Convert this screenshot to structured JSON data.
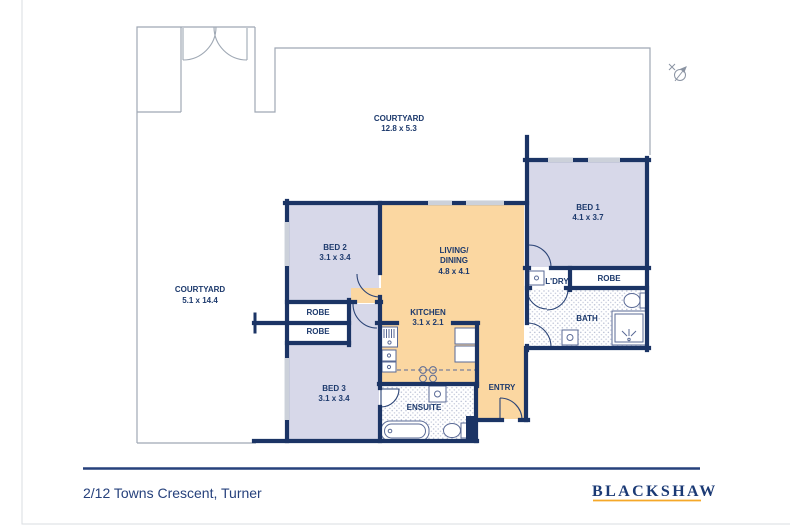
{
  "plan": {
    "labels": [
      {
        "name": "courtyard-top",
        "line1": "COURTYARD",
        "dims": "12.8 x 5.3"
      },
      {
        "name": "courtyard-left",
        "line1": "COURTYARD",
        "dims": "5.1 x 14.4"
      },
      {
        "name": "bed-1",
        "line1": "BED 1",
        "dims": "4.1 x 3.7"
      },
      {
        "name": "bed-2",
        "line1": "BED 2",
        "dims": "3.1 x 3.4"
      },
      {
        "name": "bed-3",
        "line1": "BED 3",
        "dims": "3.1 x 3.4"
      },
      {
        "name": "living-dining",
        "line1": "LIVING/",
        "line2": "DINING",
        "dims": "4.8 x 4.1"
      },
      {
        "name": "kitchen",
        "line1": "KITCHEN",
        "dims": "3.1 x 2.1"
      },
      {
        "name": "ensuite",
        "line1": "ENSUITE"
      },
      {
        "name": "entry",
        "line1": "ENTRY"
      },
      {
        "name": "laundry",
        "line1": "L'DRY"
      },
      {
        "name": "robe-bed1",
        "line1": "ROBE"
      },
      {
        "name": "bath",
        "line1": "BATH"
      },
      {
        "name": "robe-1",
        "line1": "ROBE"
      },
      {
        "name": "robe-2",
        "line1": "ROBE"
      }
    ],
    "icons": [
      "north-compass-icon"
    ]
  },
  "footer": {
    "address": "2/12 Towns Crescent, Turner",
    "brand": "BLACKSHAW"
  },
  "colors": {
    "wall_navy": "#1b3465",
    "room_purple": "#d7d8e9",
    "room_orange": "#fbd7a1",
    "window_gray": "#ccd1da",
    "courtyard_outline": "#9fa8b4",
    "text_navy": "#1d3a6d",
    "brand_navy": "#1b3a75",
    "brand_gold": "#f5a829"
  }
}
